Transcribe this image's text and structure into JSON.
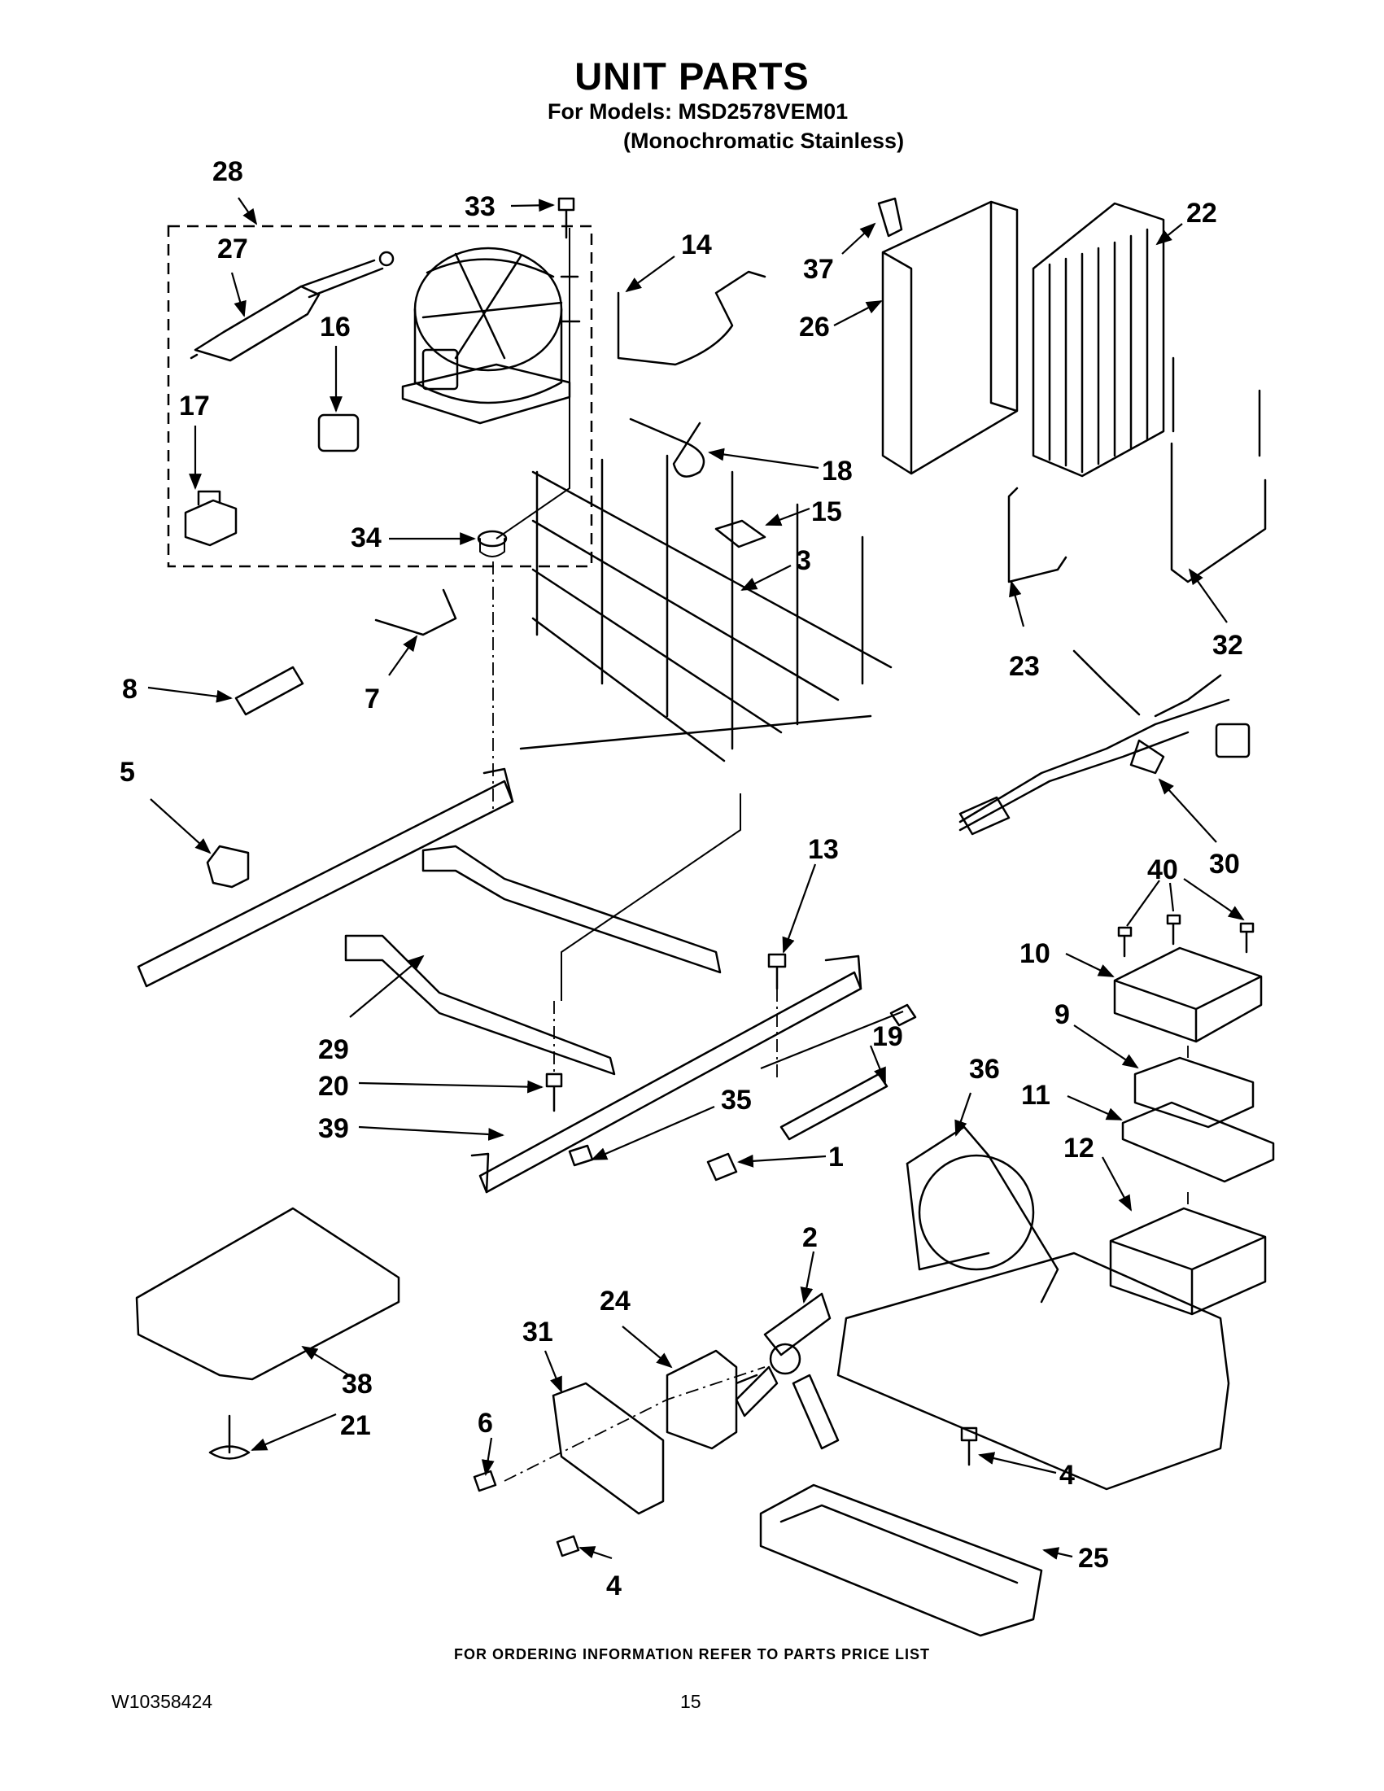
{
  "header": {
    "title": "UNIT PARTS",
    "models_line": "For Models: MSD2578VEM01",
    "variant_line": "(Monochromatic Stainless)"
  },
  "callouts": [
    "1",
    "2",
    "3",
    "4",
    "4",
    "5",
    "6",
    "7",
    "8",
    "9",
    "10",
    "11",
    "12",
    "13",
    "14",
    "15",
    "16",
    "17",
    "18",
    "19",
    "20",
    "21",
    "22",
    "23",
    "24",
    "25",
    "26",
    "27",
    "28",
    "29",
    "30",
    "31",
    "32",
    "33",
    "34",
    "35",
    "36",
    "37",
    "38",
    "39",
    "40"
  ],
  "footer": {
    "ordering_note": "FOR ORDERING INFORMATION REFER TO PARTS PRICE LIST",
    "document_number": "W10358424",
    "page_number": "15"
  }
}
